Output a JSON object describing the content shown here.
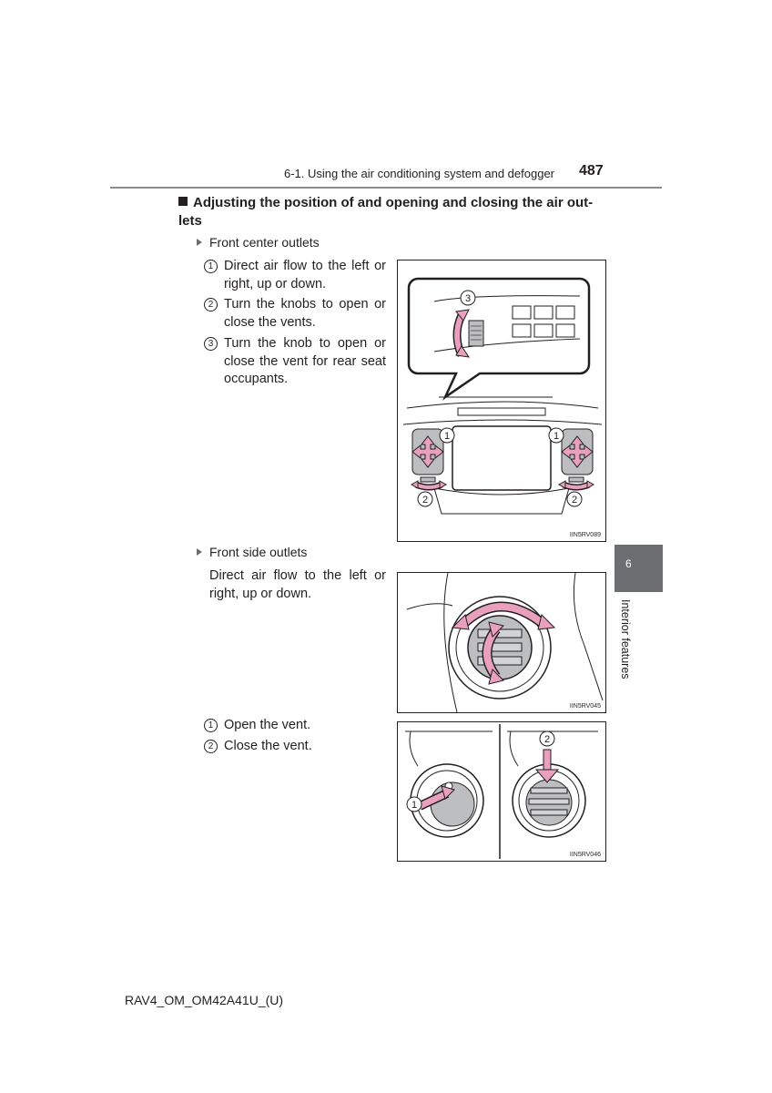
{
  "header": {
    "section_title": "6-1. Using the air conditioning system and defogger",
    "page_number": "487"
  },
  "heading": "Adjusting the position of and opening and closing the air out-lets",
  "front_center": {
    "label": "Front center outlets",
    "items": [
      {
        "num": "1",
        "text": "Direct air flow to the left or right, up or down."
      },
      {
        "num": "2",
        "text": "Turn the knobs to open or close the vents."
      },
      {
        "num": "3",
        "text": "Turn the knob to open or close the vent for rear seat occupants."
      }
    ],
    "figure_code": "IIN5RV089",
    "callouts": [
      "1",
      "1",
      "2",
      "2",
      "3"
    ]
  },
  "front_side": {
    "label": "Front side outlets",
    "text": "Direct air flow to the left or right, up or down.",
    "figure_code": "IIN5RV045"
  },
  "open_close": {
    "items": [
      {
        "num": "1",
        "text": "Open the vent."
      },
      {
        "num": "2",
        "text": "Close the vent."
      }
    ],
    "figure_code": "IIN5RV046",
    "callouts": [
      "1",
      "2"
    ]
  },
  "side_tab": {
    "number": "6",
    "label": "Interior features"
  },
  "footer": "RAV4_OM_OM42A41U_(U)",
  "colors": {
    "arrow": "#e8a0bd",
    "arrow_stroke": "#231f20",
    "tab": "#6d6e71",
    "vent_fill": "#bcbec0"
  }
}
